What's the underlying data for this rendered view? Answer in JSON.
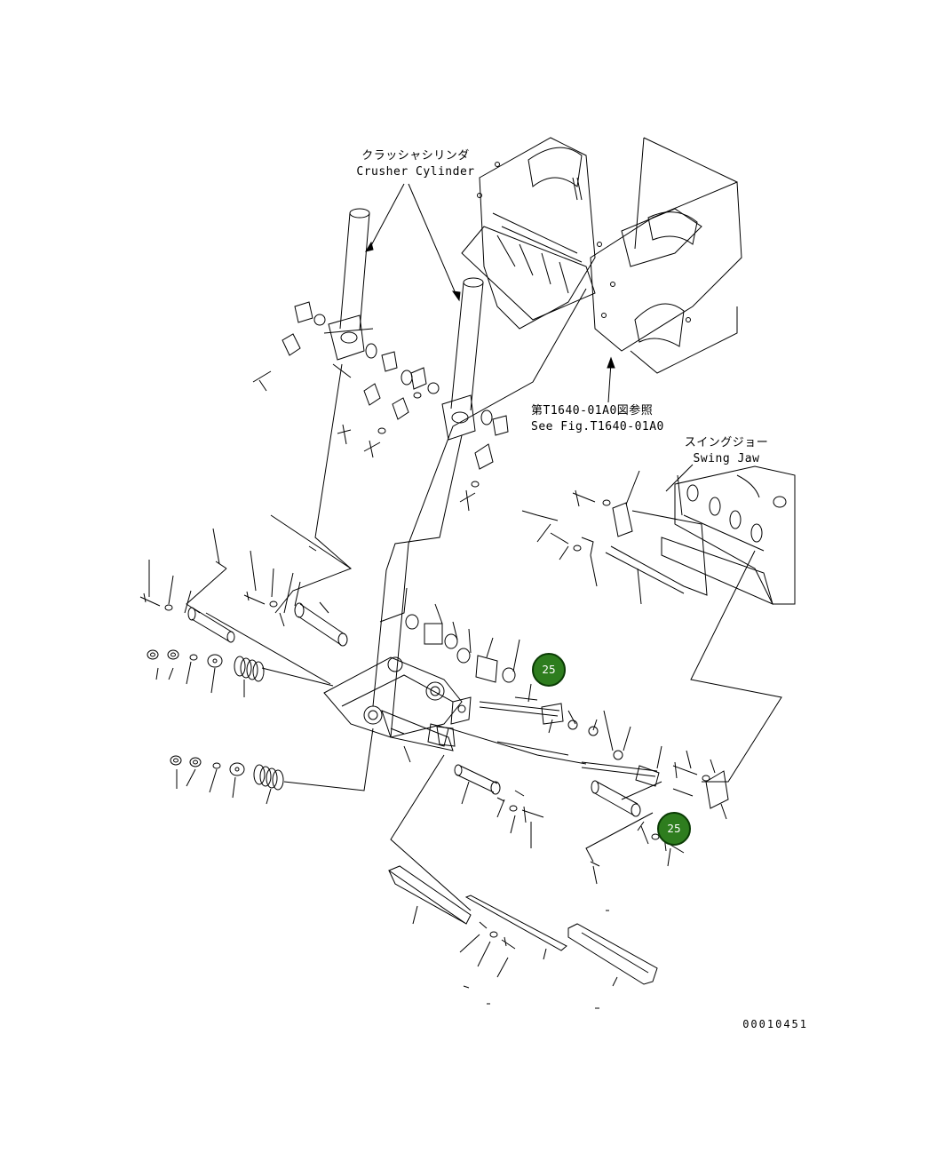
{
  "labels": {
    "crusher_cylinder_jp": "クラッシャシリンダ",
    "crusher_cylinder_en": "Crusher Cylinder",
    "see_fig_jp": "第T1640-01A0図参照",
    "see_fig_en": "See Fig.T1640-01A0",
    "swing_jaw_jp": "スイングジョー",
    "swing_jaw_en": "Swing Jaw"
  },
  "callouts": [
    {
      "number": "25"
    },
    {
      "number": "25"
    }
  ],
  "drawing_id": "00010451",
  "colors": {
    "line": "#000000",
    "callout_fill": "#2e7d1e",
    "callout_border": "#0b3b05",
    "callout_text": "#ffffff"
  }
}
